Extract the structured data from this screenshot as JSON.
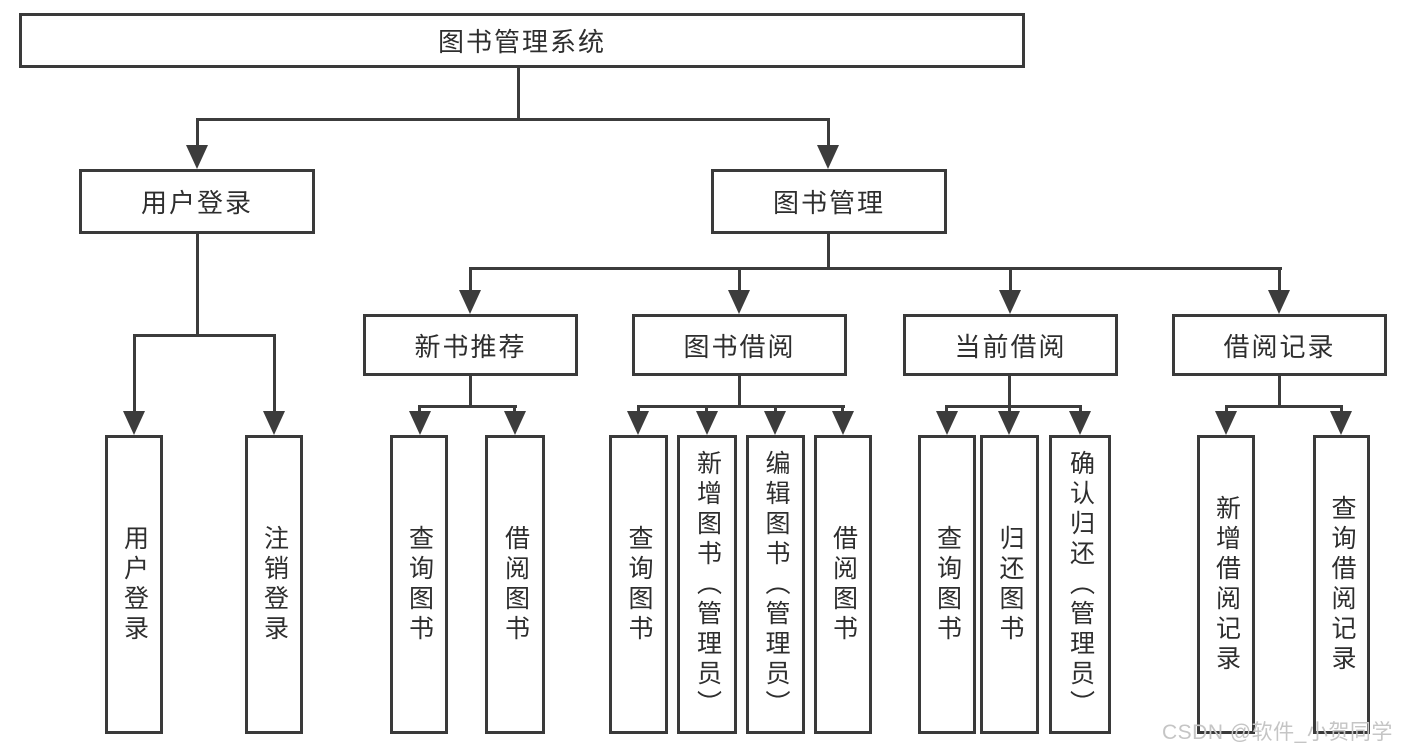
{
  "diagram_title": "图书管理系统",
  "tree": {
    "label": "图书管理系统",
    "children": [
      {
        "label": "用户登录",
        "children": [
          {
            "label": "用户登录"
          },
          {
            "label": "注销登录"
          }
        ]
      },
      {
        "label": "图书管理",
        "children": [
          {
            "label": "新书推荐",
            "children": [
              {
                "label": "查询图书"
              },
              {
                "label": "借阅图书"
              }
            ]
          },
          {
            "label": "图书借阅",
            "children": [
              {
                "label": "查询图书"
              },
              {
                "label": "新增图书（管理员）"
              },
              {
                "label": "编辑图书（管理员）"
              },
              {
                "label": "借阅图书"
              }
            ]
          },
          {
            "label": "当前借阅",
            "children": [
              {
                "label": "查询图书"
              },
              {
                "label": "归还图书"
              },
              {
                "label": "确认归还（管理员）"
              }
            ]
          },
          {
            "label": "借阅记录",
            "children": [
              {
                "label": "新增借阅记录"
              },
              {
                "label": "查询借阅记录"
              }
            ]
          }
        ]
      }
    ]
  },
  "watermark": {
    "text": "CSDN @软件_小贺同学"
  },
  "colors": {
    "line": "#3c3c3c",
    "box_border": "#3a3a3a",
    "text": "#2e2e2e",
    "watermark": "#c5c5c5",
    "background": "#ffffff"
  }
}
